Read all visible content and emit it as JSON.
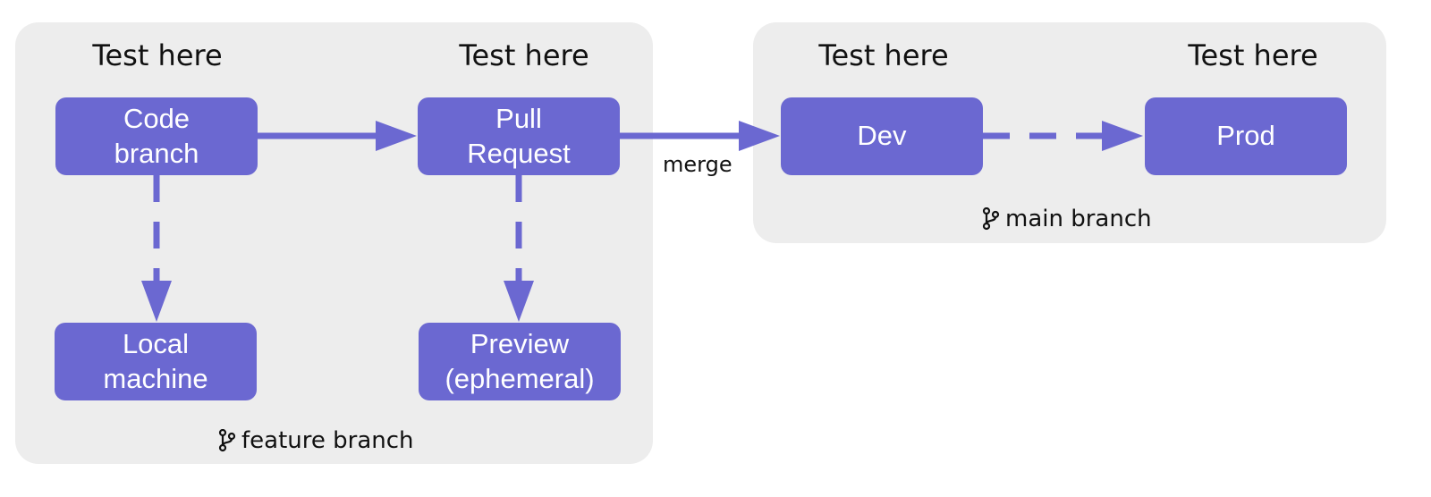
{
  "groups": {
    "feature": {
      "branch_label": "feature branch",
      "branch_icon": "git-branch-icon"
    },
    "main": {
      "branch_label": "main branch",
      "branch_icon": "git-branch-icon"
    }
  },
  "test_labels": [
    "Test here",
    "Test here",
    "Test here",
    "Test here"
  ],
  "nodes": {
    "code_branch": {
      "line1": "Code",
      "line2": "branch"
    },
    "pull_request": {
      "line1": "Pull",
      "line2": "Request"
    },
    "local_machine": {
      "line1": "Local",
      "line2": "machine"
    },
    "preview": {
      "line1": "Preview",
      "line2": "(ephemeral)"
    },
    "dev": {
      "label": "Dev"
    },
    "prod": {
      "label": "Prod"
    }
  },
  "edges": [
    {
      "from": "Code branch",
      "to": "Pull Request",
      "style": "solid"
    },
    {
      "from": "Code branch",
      "to": "Local machine",
      "style": "dashed"
    },
    {
      "from": "Pull Request",
      "to": "Preview (ephemeral)",
      "style": "dashed"
    },
    {
      "from": "Pull Request",
      "to": "Dev",
      "style": "solid",
      "label": "merge"
    },
    {
      "from": "Dev",
      "to": "Prod",
      "style": "dashed"
    }
  ],
  "colors": {
    "node": "#6b68d1",
    "group_bg": "#ededed",
    "text": "#111111",
    "node_text": "#ffffff"
  }
}
